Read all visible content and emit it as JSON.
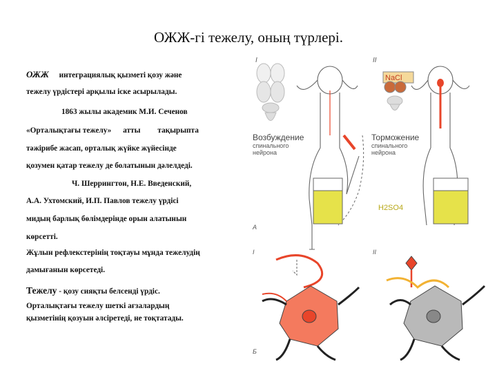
{
  "title": "ОЖЖ-гі тежелу, оның түрлері.",
  "paragraphs": {
    "l1_em": "ОЖЖ",
    "l1_rest": "интеграциялық қызметі қозу және",
    "l2": "тежелу үрдістері арқылы іске асырылады.",
    "l3": "1863 жылы академик  М.И. Сеченов",
    "l4a": "«Орталықтағы тежелу»",
    "l4b": "атты",
    "l4c": "тақырыпта",
    "l5": "тәжірибе жасап, орталық жүйке жүйесінде",
    "l6": "қозумен қатар тежелу де болатынын дәлелдеді.",
    "l7": "Ч. Шеррингтон, Н.Е. Введенский,",
    "l8": "А.А. Ухтомский, И.П. Павлов тежелу үрдісі",
    "l9": "мидың барлық бөлімдерінде орын алатынын",
    "l10": "көрсетті.",
    "l11": "Жұлын рефлекстерінің тоқтауы мұнда тежелудің",
    "l12": "дамығанын көрсетеді.",
    "l13_big": "Тежелу",
    "l13_rest": " - қозу сияқты белсенді үрдіс.",
    "l14": "Орталықтағы тежелу шеткі ағзалардың",
    "l15": "қызметінің қозуын әлсіретеді,  не тоқтатады."
  },
  "figure": {
    "panel_I_top": "I",
    "panel_II_top": "II",
    "label_excitation": "Возбуждение",
    "label_excitation_sub1": "спинального",
    "label_excitation_sub2": "нейрона",
    "label_inhibition": "Торможение",
    "label_inhibition_sub1": "спинального",
    "label_inhibition_sub2": "нейрона",
    "nacl": "NaCl",
    "acid": "H2SO4",
    "panel_A": "А",
    "panel_I_bottom": "I",
    "panel_II_bottom": "II",
    "panel_B": "Б"
  },
  "colors": {
    "excitation": "#e8452a",
    "neuron_active": "#f47a5e",
    "neuron_inhibited": "#b9b9b9",
    "acid_liquid": "#e6e24a",
    "nacl_label_bg": "#f5d99a"
  }
}
